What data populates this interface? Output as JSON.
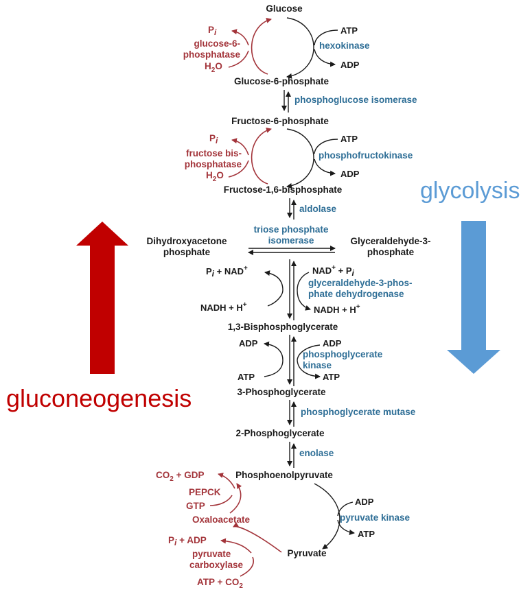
{
  "colors": {
    "glycolysis": "#5b9bd5",
    "gluconeogenesis": "#c00000",
    "enzyme": "#2e6e96",
    "bypass": "#a3343a",
    "metabolite": "#1a1a1a"
  },
  "labels": {
    "glycolysis": "glycolysis",
    "gluconeogenesis": "gluconeogenesis"
  },
  "metabolites": {
    "glucose": "Glucose",
    "g6p": "Glucose-6-phosphate",
    "f6p": "Fructose-6-phosphate",
    "f16bp": "Fructose-1,6-bisphosphate",
    "dhap_1": "Dihydroxyacetone",
    "dhap_2": "phosphate",
    "g3p_1": "Glyceraldehyde-3-",
    "g3p_2": "phosphate",
    "bpg13": "1,3-Bisphosphoglycerate",
    "pg3": "3-Phosphoglycerate",
    "pg2": "2-Phosphoglycerate",
    "pep": "Phosphoenolpyruvate",
    "oaa": "Oxaloacetate",
    "pyruvate": "Pyruvate"
  },
  "enzymes": {
    "hexokinase": "hexokinase",
    "pgi": "phosphoglucose isomerase",
    "pfk": "phosphofructokinase",
    "aldolase": "aldolase",
    "tpi_1": "triose phosphate",
    "tpi_2": "isomerase",
    "gapdh_1": "glyceraldehyde-3-phos-",
    "gapdh_2": "phate dehydrogenase",
    "pgk_1": "phosphoglycerate",
    "pgk_2": "kinase",
    "pgm": "phosphoglycerate mutase",
    "enolase": "enolase",
    "pk": "pyruvate kinase"
  },
  "bypass_enzymes": {
    "g6pase_1": "glucose-6-",
    "g6pase_2": "phosphatase",
    "fbpase_1": "fructose bis-",
    "fbpase_2": "phosphatase",
    "pepck": "PEPCK",
    "pc_1": "pyruvate",
    "pc_2": "carboxylase"
  },
  "cofactors": {
    "atp": "ATP",
    "adp": "ADP",
    "pi": "P",
    "pi_sub": "i",
    "h2o_h": "H",
    "h2o_sub": "2",
    "h2o_o": "O",
    "nadh_h": "NADH + H",
    "plus_sup": "+",
    "nad": "NAD",
    "pi_nad_prefix": " + NAD",
    "nad_pi_suffix": " + P",
    "co2_gdp_pre": "CO",
    "co2_gdp_post": " + GDP",
    "gtp": "GTP",
    "pi_adp_post": " + ADP",
    "atp_co2_pre": "ATP + CO"
  }
}
